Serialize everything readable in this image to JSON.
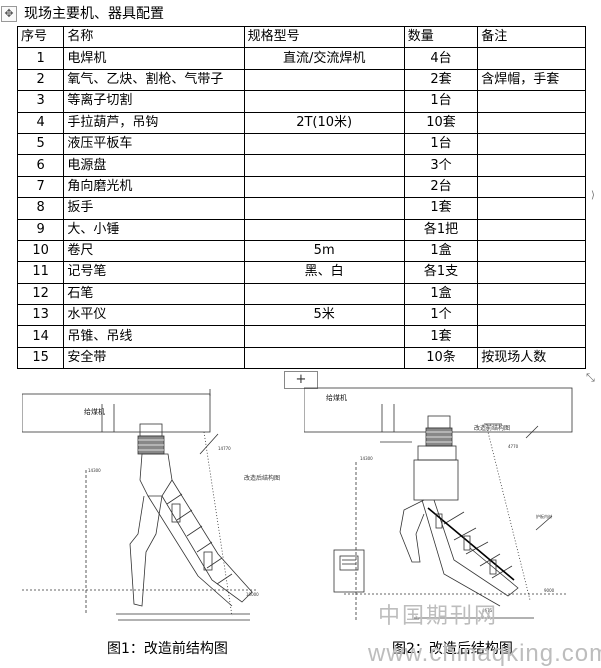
{
  "section_title": "现场主要机、器具配置",
  "table": {
    "headers": {
      "no": "序号",
      "name": "名称",
      "spec": "规格型号",
      "qty": "数量",
      "note": "备注"
    },
    "rows": [
      {
        "no": "1",
        "name": "电焊机",
        "spec": "直流/交流焊机",
        "qty": "4台",
        "note": ""
      },
      {
        "no": "2",
        "name": "氧气、乙炔、割枪、气带子",
        "spec": "",
        "qty": "2套",
        "note": "含焊帽，手套"
      },
      {
        "no": "3",
        "name": "等离子切割",
        "spec": "",
        "qty": "1台",
        "note": ""
      },
      {
        "no": "4",
        "name": "手拉葫芦，吊钩",
        "spec": "2T(10米)",
        "qty": "10套",
        "note": ""
      },
      {
        "no": "5",
        "name": "液压平板车",
        "spec": "",
        "qty": "1台",
        "note": ""
      },
      {
        "no": "6",
        "name": "电源盘",
        "spec": "",
        "qty": "3个",
        "note": ""
      },
      {
        "no": "7",
        "name": "角向磨光机",
        "spec": "",
        "qty": "2台",
        "note": ""
      },
      {
        "no": "8",
        "name": "扳手",
        "spec": "",
        "qty": "1套",
        "note": ""
      },
      {
        "no": "9",
        "name": "大、小锤",
        "spec": "",
        "qty": "各1把",
        "note": ""
      },
      {
        "no": "10",
        "name": "卷尺",
        "spec": "5m",
        "qty": "1盒",
        "note": ""
      },
      {
        "no": "11",
        "name": "记号笔",
        "spec": "黑、白",
        "qty": "各1支",
        "note": ""
      },
      {
        "no": "12",
        "name": "石笔",
        "spec": "",
        "qty": "1盒",
        "note": ""
      },
      {
        "no": "13",
        "name": "水平仪",
        "spec": "5米",
        "qty": "1个",
        "note": ""
      },
      {
        "no": "14",
        "name": "吊锥、吊线",
        "spec": "",
        "qty": "1套",
        "note": ""
      },
      {
        "no": "15",
        "name": "安全带",
        "spec": "",
        "qty": "10条",
        "note": "按现场人数"
      }
    ]
  },
  "figure1": {
    "caption": "图1：改造前结构图",
    "feeder_label": "给煤机",
    "inner_label": "改造后结构图",
    "dim_labels": [
      "14300",
      "14770",
      "10000"
    ]
  },
  "figure2": {
    "caption": "图2：改造后结构图",
    "feeder_label": "给煤机",
    "inner_label": "改造前结构图",
    "dim_labels": [
      "14300",
      "4770",
      "9000",
      "护板内衬",
      "4675"
    ]
  },
  "watermark": {
    "line1": "中国期刊网",
    "line2": "www.chinaqking.com"
  },
  "table_add_button": "+"
}
